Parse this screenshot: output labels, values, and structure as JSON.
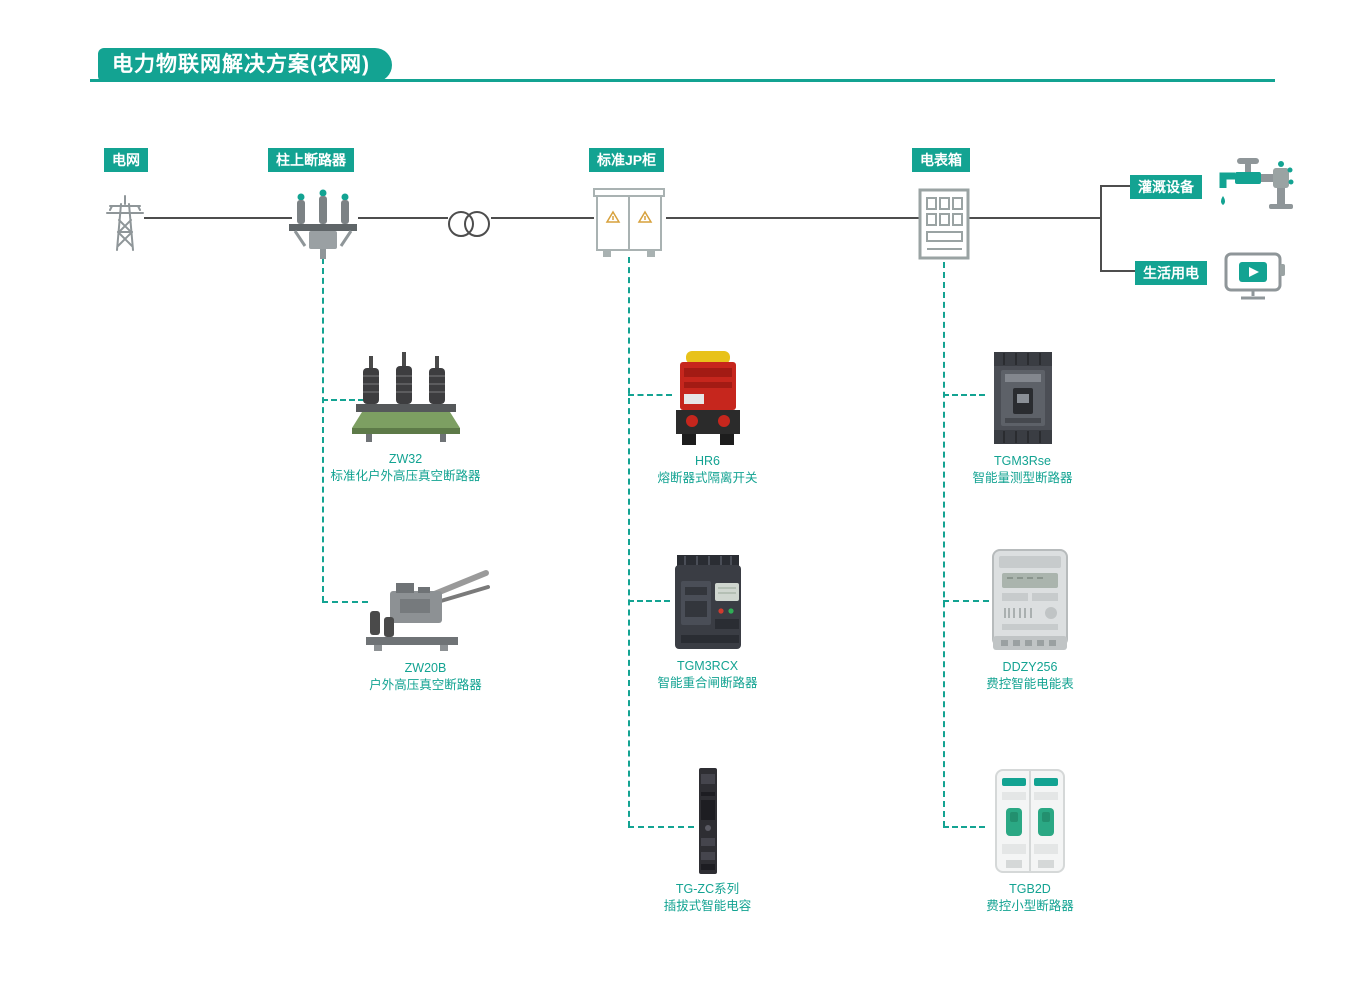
{
  "title": "电力物联网解决方案(农网)",
  "colors": {
    "accent": "#13a392",
    "wire": "#4d4d4d"
  },
  "flow": {
    "nodes": [
      {
        "id": "grid",
        "label": "电网"
      },
      {
        "id": "pole-breaker",
        "label": "柱上断路器"
      },
      {
        "id": "jp-cabinet",
        "label": "标准JP柜"
      },
      {
        "id": "meter-box",
        "label": "电表箱"
      }
    ],
    "branches": [
      {
        "id": "irrigation",
        "label": "灌溉设备"
      },
      {
        "id": "household",
        "label": "生活用电"
      }
    ]
  },
  "products": {
    "pole_breaker": [
      {
        "model": "ZW32",
        "desc": "标准化户外高压真空断路器"
      },
      {
        "model": "ZW20B",
        "desc": "户外高压真空断路器"
      }
    ],
    "jp_cabinet": [
      {
        "model": "HR6",
        "desc": "熔断器式隔离开关"
      },
      {
        "model": "TGM3RCX",
        "desc": "智能重合闸断路器"
      },
      {
        "model": "TG-ZC系列",
        "desc": "插拔式智能电容"
      }
    ],
    "meter_box": [
      {
        "model": "TGM3Rse",
        "desc": "智能量测型断路器"
      },
      {
        "model": "DDZY256",
        "desc": "费控智能电能表"
      },
      {
        "model": "TGB2D",
        "desc": "费控小型断路器"
      }
    ]
  },
  "icons": {
    "tower-icon": "transmission tower",
    "pole-breaker-icon": "pole mounted breaker",
    "transformer-icon": "transformer (two circles)",
    "jp-cabinet-icon": "distribution cabinet",
    "meter-box-icon": "meter box",
    "irrigation-icon": "irrigation faucet",
    "household-icon": "monitor with play button"
  }
}
